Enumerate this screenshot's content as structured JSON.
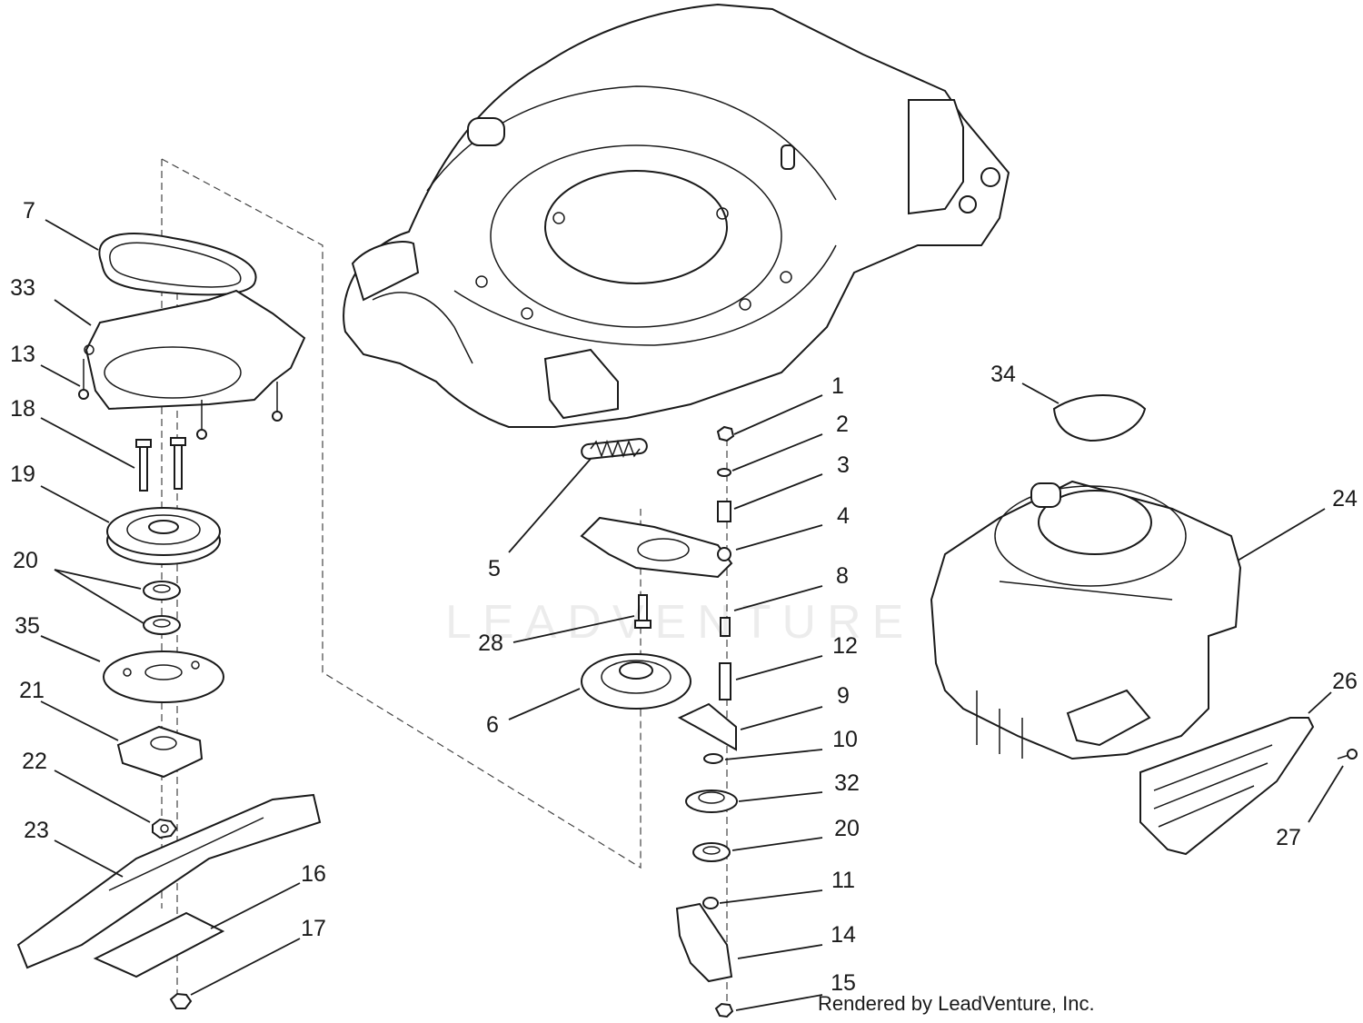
{
  "footer": "Rendered by LeadVenture, Inc.",
  "watermark": "LEADVENTURE",
  "callouts": [
    {
      "num": "7"
    },
    {
      "num": "33"
    },
    {
      "num": "13"
    },
    {
      "num": "18"
    },
    {
      "num": "19"
    },
    {
      "num": "20"
    },
    {
      "num": "35"
    },
    {
      "num": "21"
    },
    {
      "num": "22"
    },
    {
      "num": "23"
    },
    {
      "num": "16"
    },
    {
      "num": "17"
    },
    {
      "num": "1"
    },
    {
      "num": "2"
    },
    {
      "num": "3"
    },
    {
      "num": "4"
    },
    {
      "num": "5"
    },
    {
      "num": "8"
    },
    {
      "num": "28"
    },
    {
      "num": "12"
    },
    {
      "num": "6"
    },
    {
      "num": "9"
    },
    {
      "num": "10"
    },
    {
      "num": "32"
    },
    {
      "num": "20"
    },
    {
      "num": "11"
    },
    {
      "num": "14"
    },
    {
      "num": "15"
    },
    {
      "num": "34"
    },
    {
      "num": "24"
    },
    {
      "num": "26"
    },
    {
      "num": "27"
    }
  ]
}
